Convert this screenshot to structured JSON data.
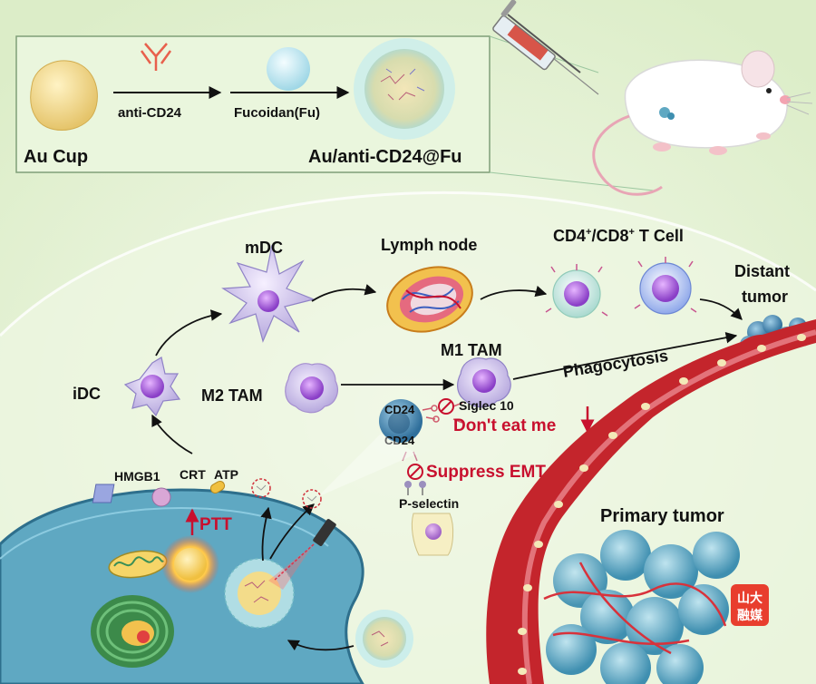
{
  "synthesis": {
    "au_cup": "Au Cup",
    "antibody": "anti-CD24",
    "fucoidan": "Fucoidan(Fu)",
    "product": "Au/anti-CD24@Fu"
  },
  "immune": {
    "mdc": "mDC",
    "idc": "iDC",
    "lymph_node": "Lymph node",
    "t_cell_prefix": "CD4",
    "t_cell_sup1": "+",
    "t_cell_mid": "/CD8",
    "t_cell_sup2": "+",
    "t_cell_suffix": " T Cell",
    "distant_tumor_1": "Distant",
    "distant_tumor_2": "tumor",
    "m2_tam": "M2 TAM",
    "m1_tam": "M1 TAM",
    "phagocytosis": "Phagocytosis"
  },
  "signaling": {
    "cd24_a": "CD24",
    "cd24_b": "CD24",
    "siglec10": "Siglec 10",
    "dont_eat_me": "Don't eat me",
    "suppress_emt": "Suppress EMT",
    "p_selectin": "P-selectin"
  },
  "tumor": {
    "hmgb1": "HMGB1",
    "crt": "CRT",
    "atp": "ATP",
    "ptt": "PTT",
    "primary_tumor": "Primary tumor"
  },
  "watermark": {
    "line1": "山大",
    "line2": "融媒"
  },
  "colors": {
    "accent_red": "#c8102e",
    "vessel": "#c4252c",
    "tumor_cell": "#5fa8c2"
  }
}
